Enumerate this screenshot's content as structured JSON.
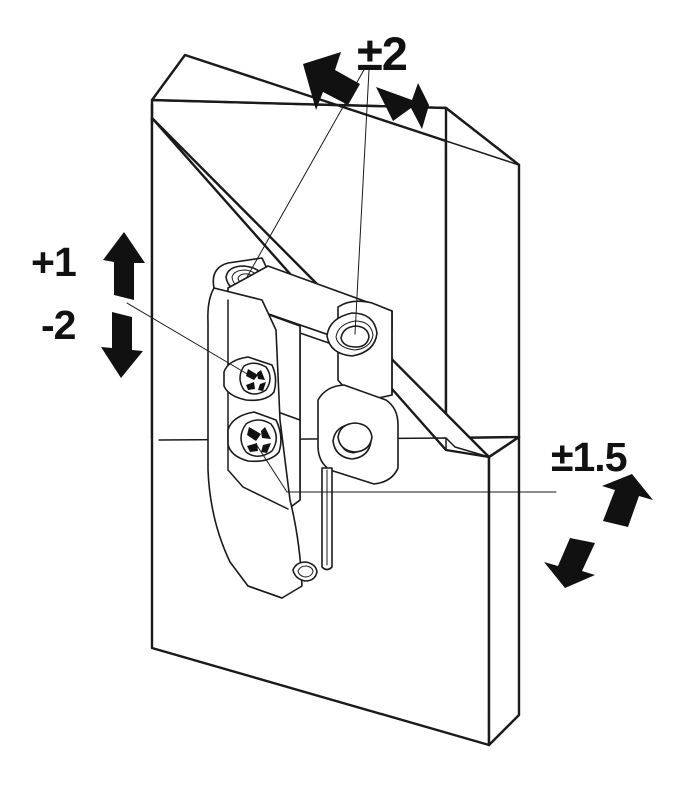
{
  "diagram": {
    "title": "Cabinet hinge mounting plate adjustment ranges",
    "type": "technical-line-drawing",
    "subject": "concealed cabinet hinge with 3-way adjustable mounting plate on a cabinet side panel",
    "line_color": "#1a1a1a",
    "fill_color": "#ffffff",
    "arrow_color": "#111111",
    "units": "mm"
  },
  "annotations": [
    {
      "id": "depth",
      "label": "±2",
      "axis": "depth",
      "direction": "diagonal-up-left / diagonal-down-right",
      "range_mm": 2,
      "points_to": "oval slotted screw holes of mounting plate",
      "arrow_count": 2
    },
    {
      "id": "height",
      "label_positive": "+1",
      "label_negative": "-2",
      "axis": "height",
      "direction": "up / down",
      "range_positive_mm": 1,
      "range_negative_mm": -2,
      "points_to": "upper cross-head height adjustment screw",
      "arrow_count": 2
    },
    {
      "id": "side",
      "label": "±1.5",
      "axis": "side / lateral",
      "direction": "diagonal-up-right / diagonal-down-left",
      "range_mm": 1.5,
      "points_to": "lower cross-head side adjustment screw",
      "arrow_count": 2
    }
  ],
  "labels": {
    "depth": "±2",
    "height_positive": "+1",
    "height_negative": "-2",
    "side": "±1.5"
  },
  "parts": [
    {
      "name": "cabinet-side-panel-upper",
      "shape": "isometric-board"
    },
    {
      "name": "cabinet-side-panel-lower",
      "shape": "isometric-board"
    },
    {
      "name": "mounting-plate",
      "features": [
        "two oval slotted holes",
        "two cross-head adjustment screws",
        "engraved up-down arrow"
      ]
    },
    {
      "name": "hinge-arm",
      "features": [
        "pivot pin",
        "arm body"
      ]
    }
  ]
}
